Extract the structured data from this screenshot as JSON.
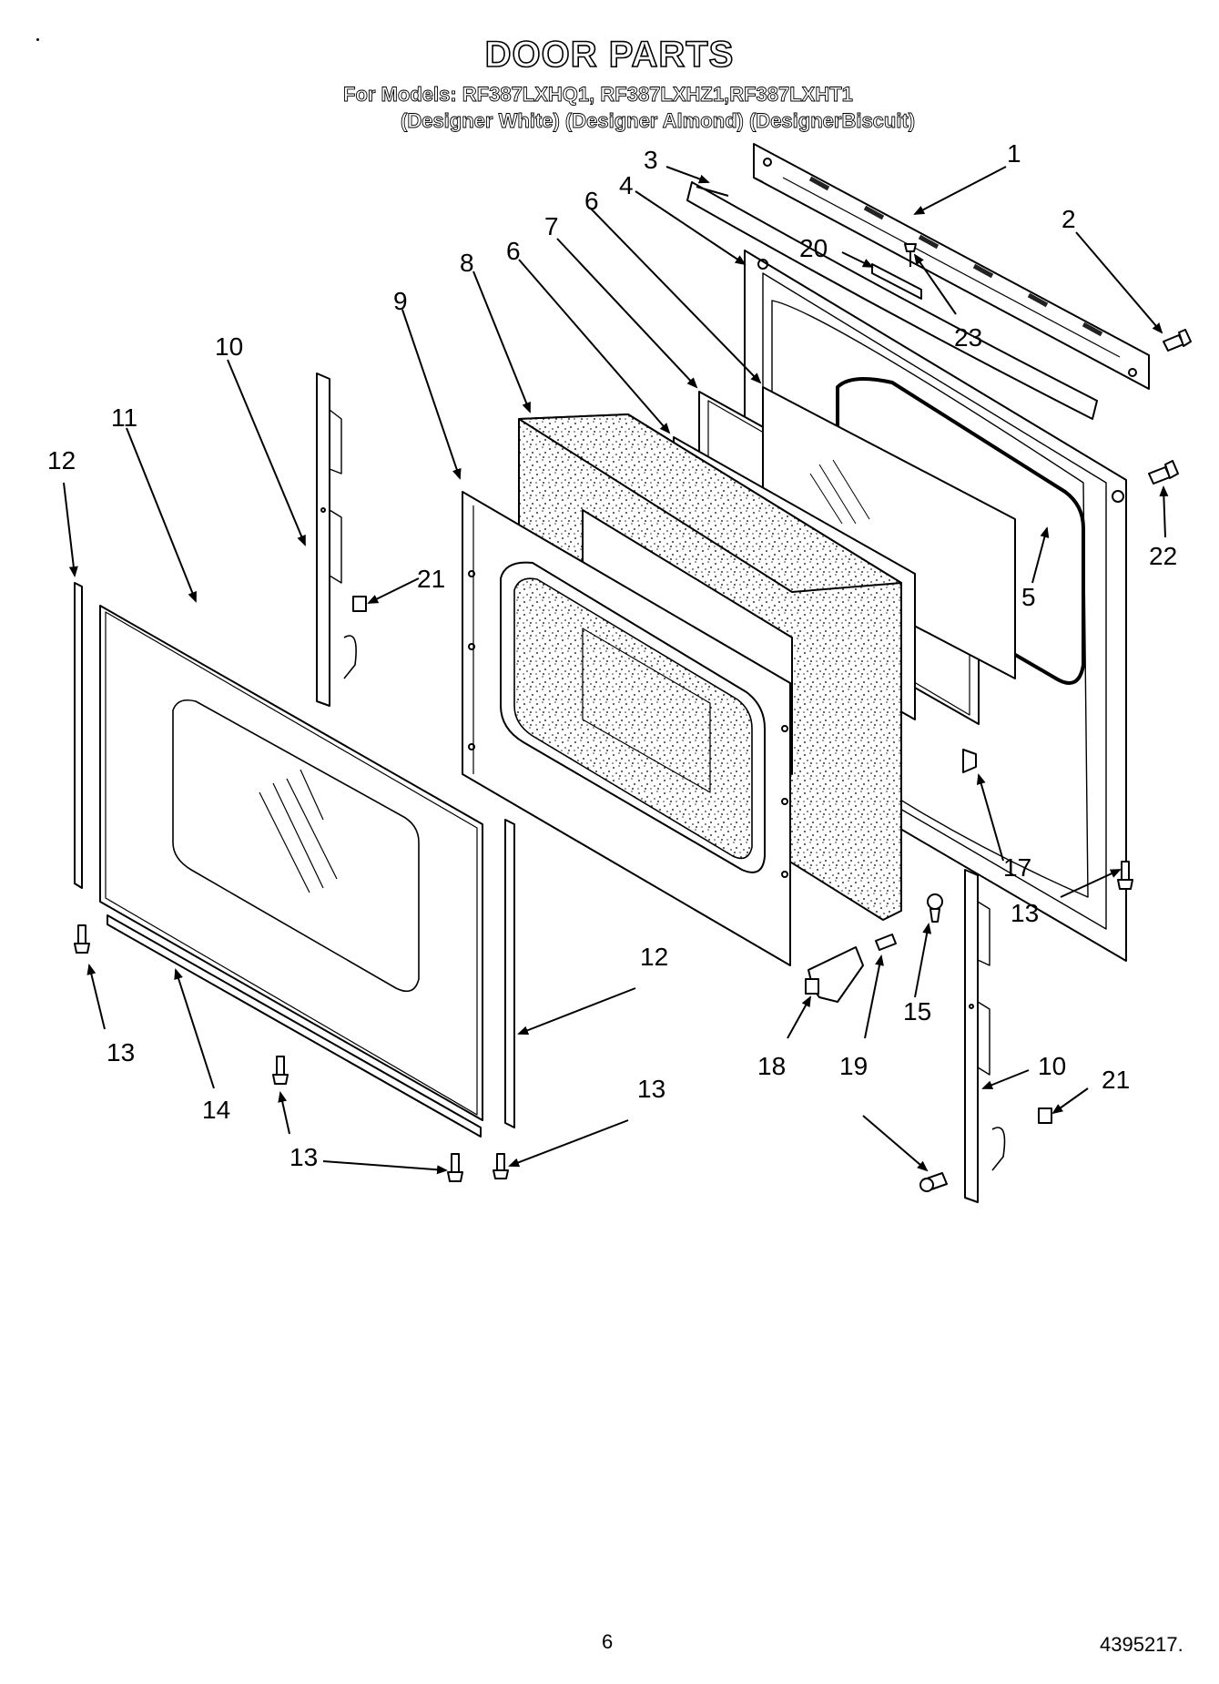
{
  "header": {
    "title": "DOOR PARTS",
    "models_line": "For Models: RF387LXHQ1, RF387LXHZ1,RF387LXHT1",
    "finishes_line": "(Designer White) (Designer Almond) (DesignerBiscuit)"
  },
  "callouts": [
    {
      "id": "c1",
      "text": "1"
    },
    {
      "id": "c2",
      "text": "2"
    },
    {
      "id": "c3",
      "text": "3"
    },
    {
      "id": "c4",
      "text": "4"
    },
    {
      "id": "c5",
      "text": "5"
    },
    {
      "id": "c6a",
      "text": "6"
    },
    {
      "id": "c6b",
      "text": "6"
    },
    {
      "id": "c7",
      "text": "7"
    },
    {
      "id": "c8",
      "text": "8"
    },
    {
      "id": "c9",
      "text": "9"
    },
    {
      "id": "c10a",
      "text": "10"
    },
    {
      "id": "c10b",
      "text": "10"
    },
    {
      "id": "c11",
      "text": "11"
    },
    {
      "id": "c12a",
      "text": "12"
    },
    {
      "id": "c12b",
      "text": "12"
    },
    {
      "id": "c13a",
      "text": "13"
    },
    {
      "id": "c13b",
      "text": "13"
    },
    {
      "id": "c13c",
      "text": "13"
    },
    {
      "id": "c13d",
      "text": "13"
    },
    {
      "id": "c14",
      "text": "14"
    },
    {
      "id": "c15",
      "text": "15"
    },
    {
      "id": "c17",
      "text": "17"
    },
    {
      "id": "c18",
      "text": "18"
    },
    {
      "id": "c19",
      "text": "19"
    },
    {
      "id": "c20",
      "text": "20"
    },
    {
      "id": "c21a",
      "text": "21"
    },
    {
      "id": "c21b",
      "text": "21"
    },
    {
      "id": "c22",
      "text": "22"
    },
    {
      "id": "c23",
      "text": "23"
    }
  ],
  "footer": {
    "page_number": "6",
    "document_number": "4395217."
  }
}
